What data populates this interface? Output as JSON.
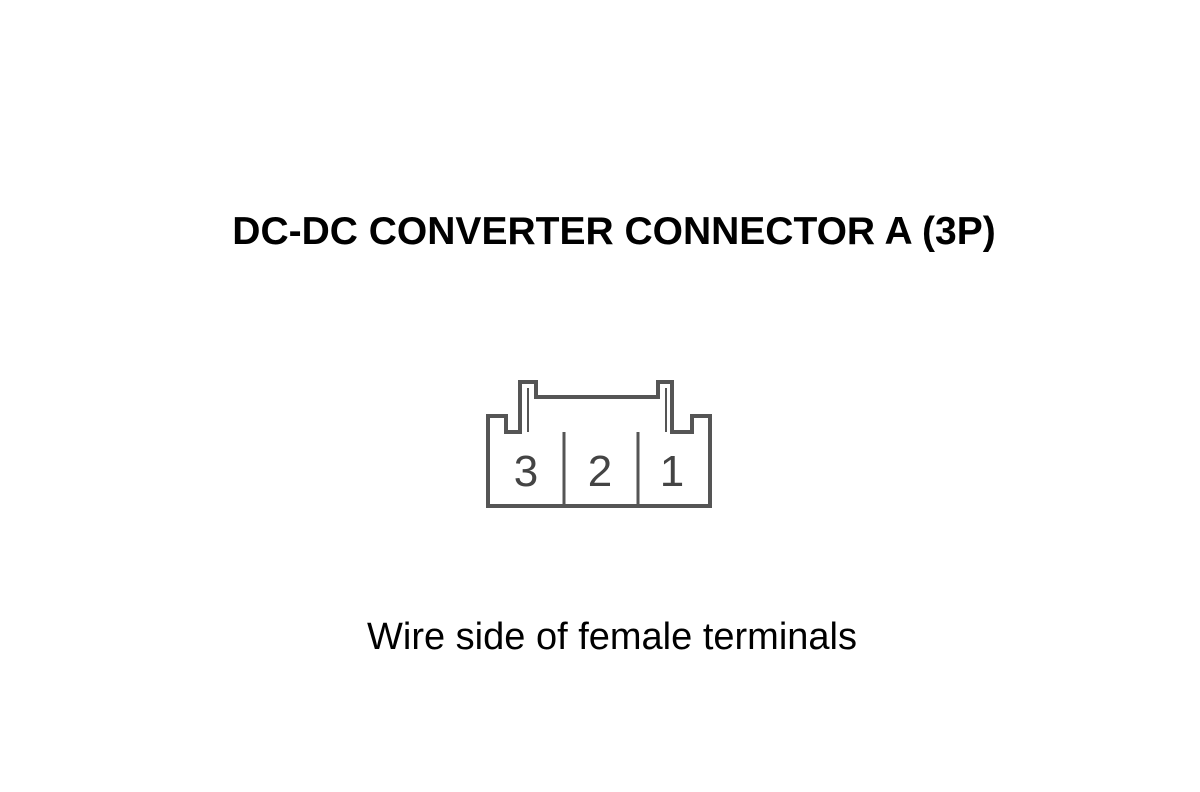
{
  "title": "DC-DC CONVERTER CONNECTOR A (3P)",
  "caption": "Wire side of female terminals",
  "connector": {
    "terminals": [
      "3",
      "2",
      "1"
    ],
    "line_color": "#555555",
    "text_color": "#444444"
  }
}
